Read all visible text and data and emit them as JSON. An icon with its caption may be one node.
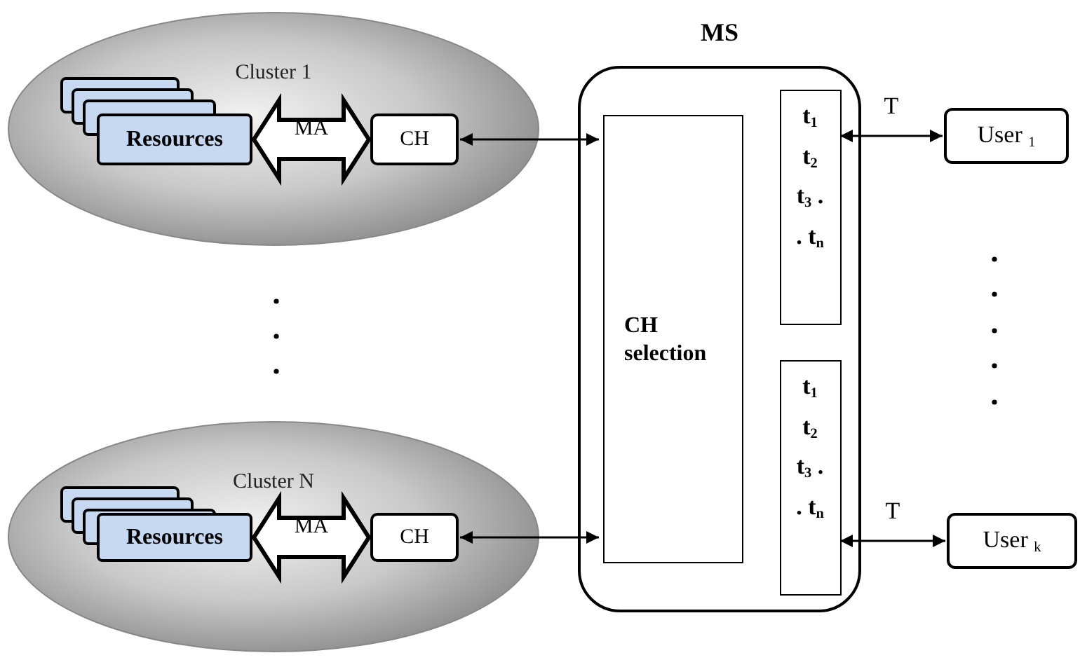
{
  "diagram": {
    "nodes": [
      {
        "text": [
          "Cluster 1"
        ]
      },
      {
        "text": [
          "Resources"
        ],
        "in": 0
      },
      {
        "text": [
          "CH"
        ],
        "in": 0
      },
      {
        "text": [
          "Cluster N"
        ]
      },
      {
        "text": [
          "Resources"
        ],
        "in": 3
      },
      {
        "text": [
          "CH"
        ],
        "in": 3
      },
      {
        "text": [
          "MS"
        ]
      },
      {
        "text": [
          "CH selection"
        ],
        "in": 6
      },
      {
        "text": [
          "t$_{1}$ t$_{2}$ t$_{3}$ . . t$_{n}$"
        ],
        "in": 6
      },
      {
        "text": [
          "t$_{1}$ t$_{2}$ t$_{3}$ . . t$_{n}$"
        ],
        "in": 6
      },
      {
        "text": [
          "User $_{1}$"
        ]
      },
      {
        "text": [
          "User $_{k}$"
        ]
      }
    ],
    "edges": [
      {
        "from": 1,
        "to": 2,
        "arrow": "both",
        "label": "MA",
        "style": "thick"
      },
      {
        "from": 2,
        "to": 7,
        "arrow": "both"
      },
      {
        "from": 4,
        "to": 5,
        "arrow": "both",
        "label": "MA",
        "style": "thick"
      },
      {
        "from": 5,
        "to": 7,
        "arrow": "both"
      },
      {
        "from": 8,
        "to": 10,
        "arrow": "both",
        "label": "T"
      },
      {
        "from": 9,
        "to": 11,
        "arrow": "both",
        "label": "T"
      }
    ]
  }
}
